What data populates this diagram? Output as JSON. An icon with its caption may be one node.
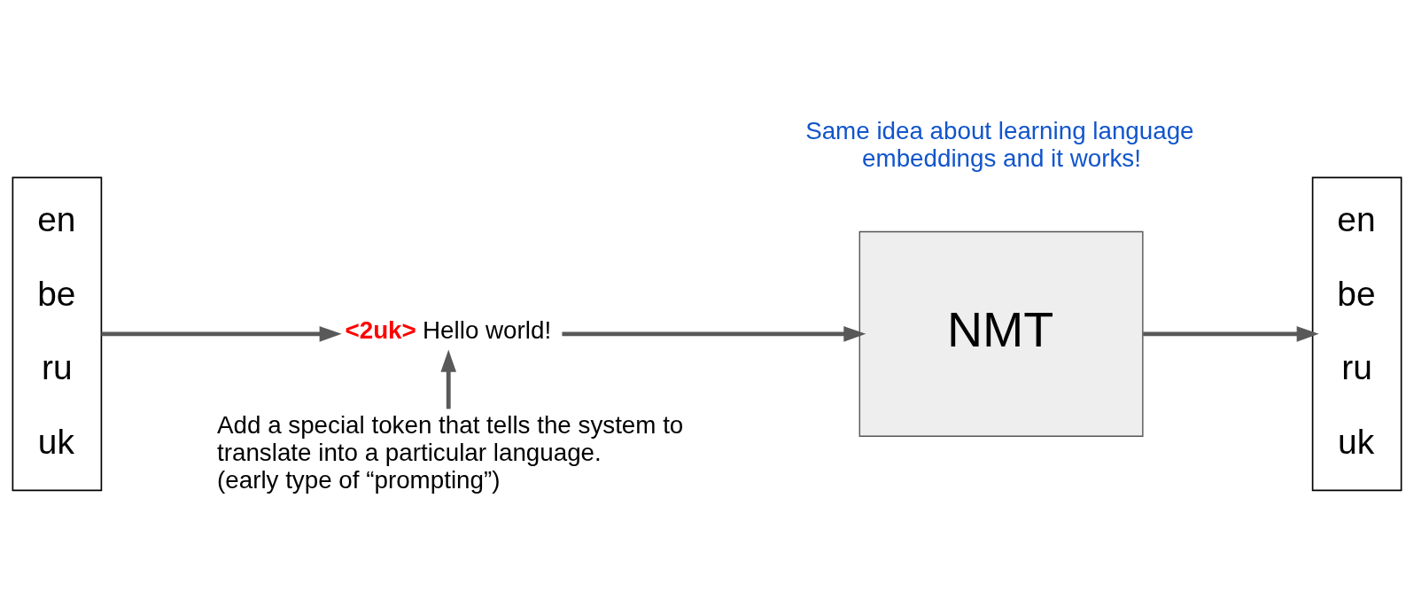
{
  "diagram": {
    "nodes": [
      {
        "text": [
          "en",
          "be",
          "ru",
          "uk"
        ]
      },
      {
        "text": [
          "<2uk>",
          "Hello world!"
        ]
      },
      {
        "text": [
          "NMT"
        ]
      },
      {
        "text": [
          "en",
          "be",
          "ru",
          "uk"
        ]
      },
      {
        "text": [
          "Add a special token that tells the system to translate into a particular language.",
          "(early type of “prompting”)"
        ]
      }
    ],
    "edges": [
      {
        "from": 0,
        "to": 1,
        "arrow": "to"
      },
      {
        "from": 1,
        "to": 2,
        "arrow": "to"
      },
      {
        "from": 2,
        "to": 3,
        "arrow": "to"
      },
      {
        "from": 4,
        "to": 1,
        "arrow": "to"
      }
    ],
    "labels": [
      "Same idea about learning language embeddings and it works!"
    ]
  }
}
